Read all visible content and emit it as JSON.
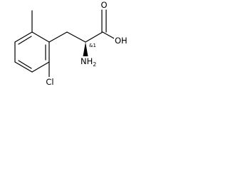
{
  "molecule": {
    "labels": {
      "carbonyl_oxygen": "O",
      "hydroxyl": "OH",
      "amine": "NH",
      "amine_subscript": "2",
      "chlorine": "Cl",
      "stereo": "&1"
    },
    "colors": {
      "bond": "#000000",
      "text": "#000000",
      "background": "#ffffff"
    }
  }
}
